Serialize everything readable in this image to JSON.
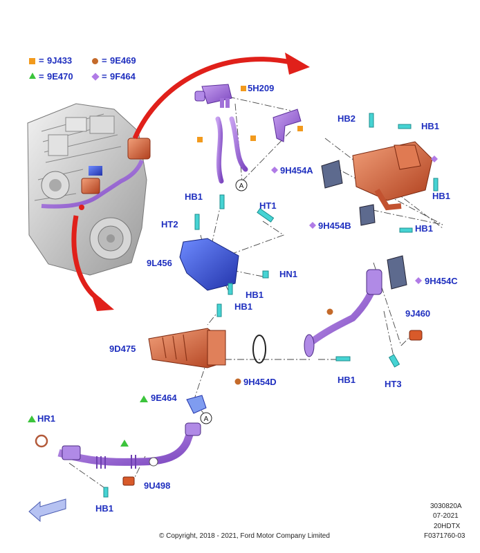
{
  "legend": [
    {
      "shape": "square",
      "color": "#f29a1d",
      "code": "9J433"
    },
    {
      "shape": "circle",
      "color": "#c46a2a",
      "code": "9E469"
    },
    {
      "shape": "triangle",
      "color": "#3cc43c",
      "code": "9E470"
    },
    {
      "shape": "diamond",
      "color": "#b07be6",
      "code": "9F464"
    }
  ],
  "legend_eq": "=",
  "callouts": {
    "c_5h209": "5H209",
    "c_hb2": "HB2",
    "c_hb1_a": "HB1",
    "c_9h454a": "9H454A",
    "c_hb1_b": "HB1",
    "c_9h454b": "9H454B",
    "c_hb1_c": "HB1",
    "c_hb1_d": "HB1",
    "c_ht1": "HT1",
    "c_ht2": "HT2",
    "c_9l456": "9L456",
    "c_hn1": "HN1",
    "c_hb1_e": "HB1",
    "c_hb1_f": "HB1",
    "c_9h454c": "9H454C",
    "c_9j460": "9J460",
    "c_9d475": "9D475",
    "c_9h454d": "9H454D",
    "c_hb1_g": "HB1",
    "c_ht3": "HT3",
    "c_9e464": "9E464",
    "c_hr1": "HR1",
    "c_9u498": "9U498",
    "c_hb1_h": "HB1"
  },
  "ref_marker": "A",
  "footer": {
    "copyright": "© Copyright, 2018 - 2021, Ford Motor Company Limited",
    "code1": "3030820A",
    "code2": "07-2021",
    "code3": "20HDTX",
    "code4": "F0371760-03"
  },
  "colors": {
    "label": "#1f2fbf",
    "arrow": "#e0201a",
    "purple": "#a066d8",
    "copper": "#d0643c",
    "cyan": "#3fd0d0",
    "blue": "#3355dd"
  }
}
